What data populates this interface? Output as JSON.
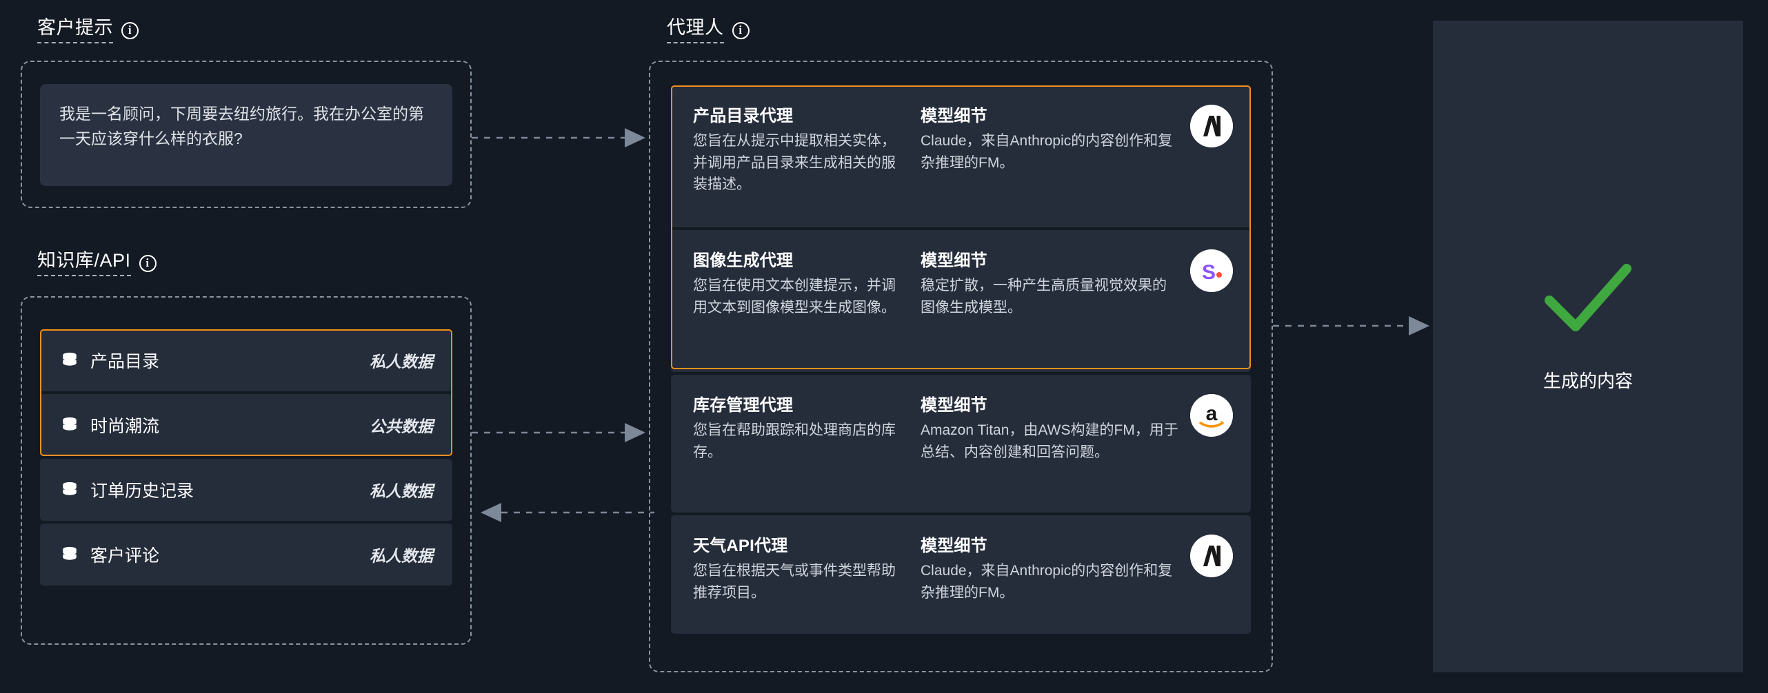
{
  "sections": {
    "customer_prompt": {
      "label": "客户提示",
      "info_icon": "info-icon"
    },
    "knowledge_base": {
      "label": "知识库/API",
      "info_icon": "info-icon"
    },
    "agents": {
      "label": "代理人",
      "info_icon": "info-icon"
    }
  },
  "prompt": {
    "text": "我是一名顾问，下周要去纽约旅行。我在办公室的第一天应该穿什么样的衣服?"
  },
  "knowledge_items": [
    {
      "name": "产品目录",
      "tag": "私人数据",
      "icon": "database-icon",
      "highlighted": true
    },
    {
      "name": "时尚潮流",
      "tag": "公共数据",
      "icon": "database-icon",
      "highlighted": true
    },
    {
      "name": "订单历史记录",
      "tag": "私人数据",
      "icon": "database-icon",
      "highlighted": false
    },
    {
      "name": "客户评论",
      "tag": "私人数据",
      "icon": "database-icon",
      "highlighted": false
    }
  ],
  "model_details_heading": "模型细节",
  "agents": [
    {
      "title": "产品目录代理",
      "desc": "您旨在从提示中提取相关实体，并调用产品目录来生成相关的服装描述。",
      "model_heading": "模型细节",
      "model_desc": "Claude，来自Anthropic的内容创作和复杂推理的FM。",
      "logo": "anthropic-logo",
      "highlighted": true
    },
    {
      "title": "图像生成代理",
      "desc": "您旨在使用文本创建提示，并调用文本到图像模型来生成图像。",
      "model_heading": "模型细节",
      "model_desc": "稳定扩散，一种产生高质量视觉效果的图像生成模型。",
      "logo": "stability-logo",
      "highlighted": true
    },
    {
      "title": "库存管理代理",
      "desc": "您旨在帮助跟踪和处理商店的库存。",
      "model_heading": "模型细节",
      "model_desc": "Amazon Titan，由AWS构建的FM，用于总结、内容创建和回答问题。",
      "logo": "amazon-logo",
      "highlighted": false
    },
    {
      "title": "天气API代理",
      "desc": "您旨在根据天气或事件类型帮助推荐项目。",
      "model_heading": "模型细节",
      "model_desc": "Claude，来自Anthropic的内容创作和复杂推理的FM。",
      "logo": "anthropic-logo",
      "highlighted": false
    }
  ],
  "output": {
    "label": "生成的内容",
    "icon": "green-checkmark-icon"
  },
  "colors": {
    "background": "#141a23",
    "card": "#252c3a",
    "highlight": "#f0901e",
    "success": "#3fa83f",
    "dashed": "#8894a3",
    "arrow": "#7d8898"
  }
}
